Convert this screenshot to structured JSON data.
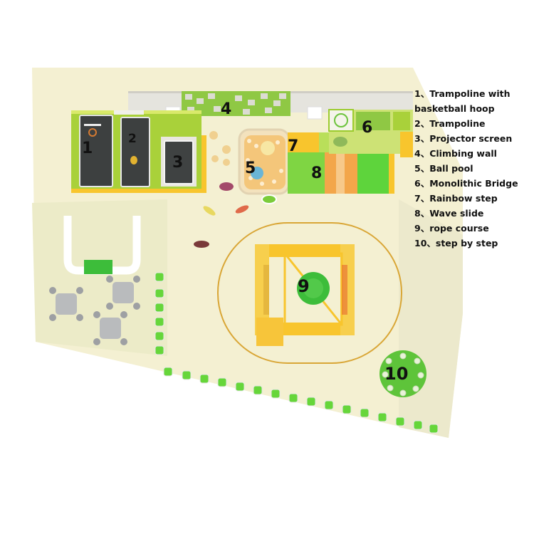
{
  "zone_numbers": {
    "trampoline_hoop": "1",
    "trampoline": "2",
    "projector": "3",
    "climbing_wall": "4",
    "ball_pool": "5",
    "bridge": "6",
    "rainbow_step": "7",
    "wave_slide": "8",
    "rope_course": "9",
    "step_by_step": "10"
  },
  "legend": [
    "1、Trampoline with basketball hoop",
    "2、Trampoline",
    "3、Projector screen",
    "4、Climbing wall",
    "5、Ball pool",
    "6、Monolithic Bridge",
    "7、Rainbow step",
    "8、Wave slide",
    "9、rope course",
    "10、step by step"
  ],
  "colors": {
    "floor": "#f3efcf",
    "wall": "#e7e6e2",
    "lime": "#9ccc2e",
    "bright_green": "#66d63a",
    "yellow": "#f8c52d",
    "orange": "#f3a64a",
    "dark_mat": "#3d4040",
    "track_line": "#d9a636"
  }
}
